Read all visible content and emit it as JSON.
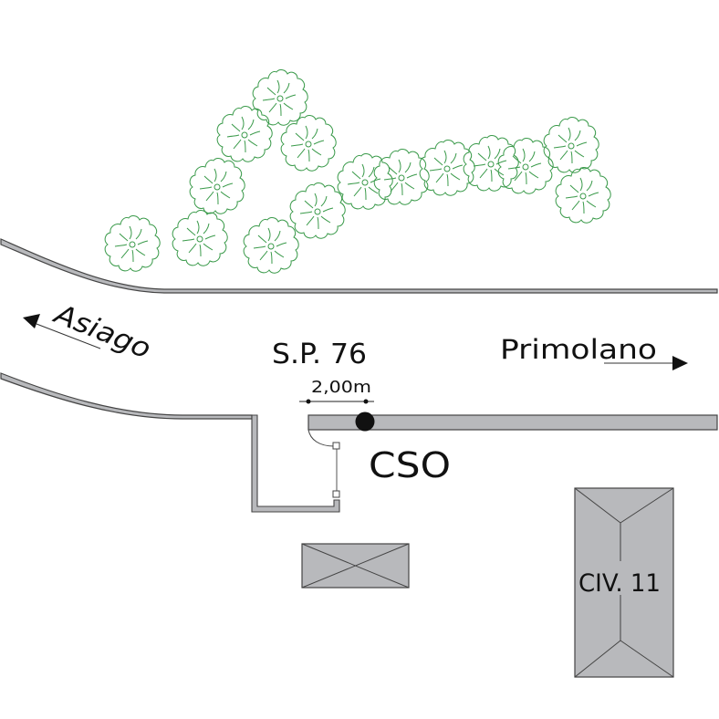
{
  "colors": {
    "road_fill": "#b8b9bc",
    "outline": "#444444",
    "building_fill": "#b8b9bc",
    "tree": "#3a9a4a",
    "text": "#111111",
    "marker": "#111111"
  },
  "labels": {
    "road_name": "S.P. 76",
    "direction_left": "Asiago",
    "direction_right": "Primolano",
    "distance": "2,00m",
    "marker_label": "CSO",
    "building_label": "CIV. 11"
  },
  "icons": {
    "arrow_left": "arrow-left-icon",
    "arrow_right": "arrow-right-icon",
    "tree": "tree-icon",
    "marker": "point-marker-icon"
  },
  "trees": [
    {
      "id": 1
    },
    {
      "id": 2
    },
    {
      "id": 3
    },
    {
      "id": 4
    },
    {
      "id": 5
    },
    {
      "id": 6
    },
    {
      "id": 7
    },
    {
      "id": 8
    },
    {
      "id": 9
    },
    {
      "id": 10
    },
    {
      "id": 11
    },
    {
      "id": 12
    },
    {
      "id": 13
    },
    {
      "id": 14
    },
    {
      "id": 15
    }
  ]
}
